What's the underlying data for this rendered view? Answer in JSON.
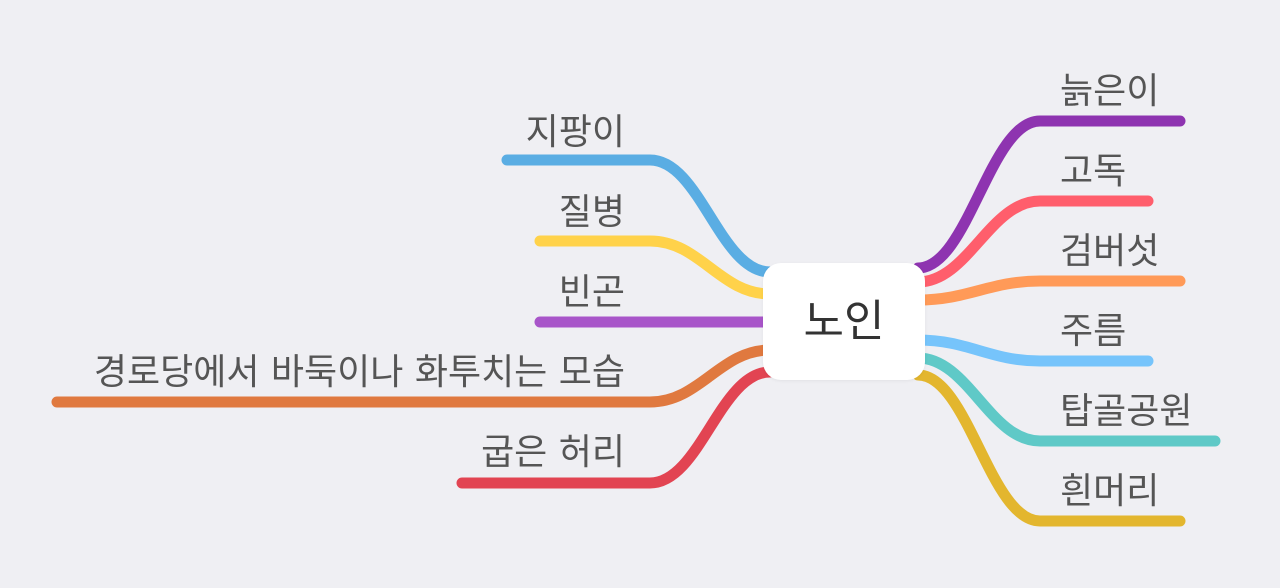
{
  "center": {
    "label": "노인"
  },
  "left_branches": [
    {
      "label": "지팡이",
      "color": "#5aade3"
    },
    {
      "label": "질병",
      "color": "#ffd24a"
    },
    {
      "label": "빈곤",
      "color": "#a855c9"
    },
    {
      "label": "경로당에서 바둑이나 화투치는 모습",
      "color": "#e0793f"
    },
    {
      "label": "굽은 허리",
      "color": "#e24452"
    }
  ],
  "right_branches": [
    {
      "label": "늙은이",
      "color": "#8e34b0"
    },
    {
      "label": "고독",
      "color": "#ff5e6c"
    },
    {
      "label": "검버섯",
      "color": "#ff9a58"
    },
    {
      "label": "주름",
      "color": "#76c4fb"
    },
    {
      "label": "탑골공원",
      "color": "#5fc9c7"
    },
    {
      "label": "흰머리",
      "color": "#e3b62e"
    }
  ]
}
